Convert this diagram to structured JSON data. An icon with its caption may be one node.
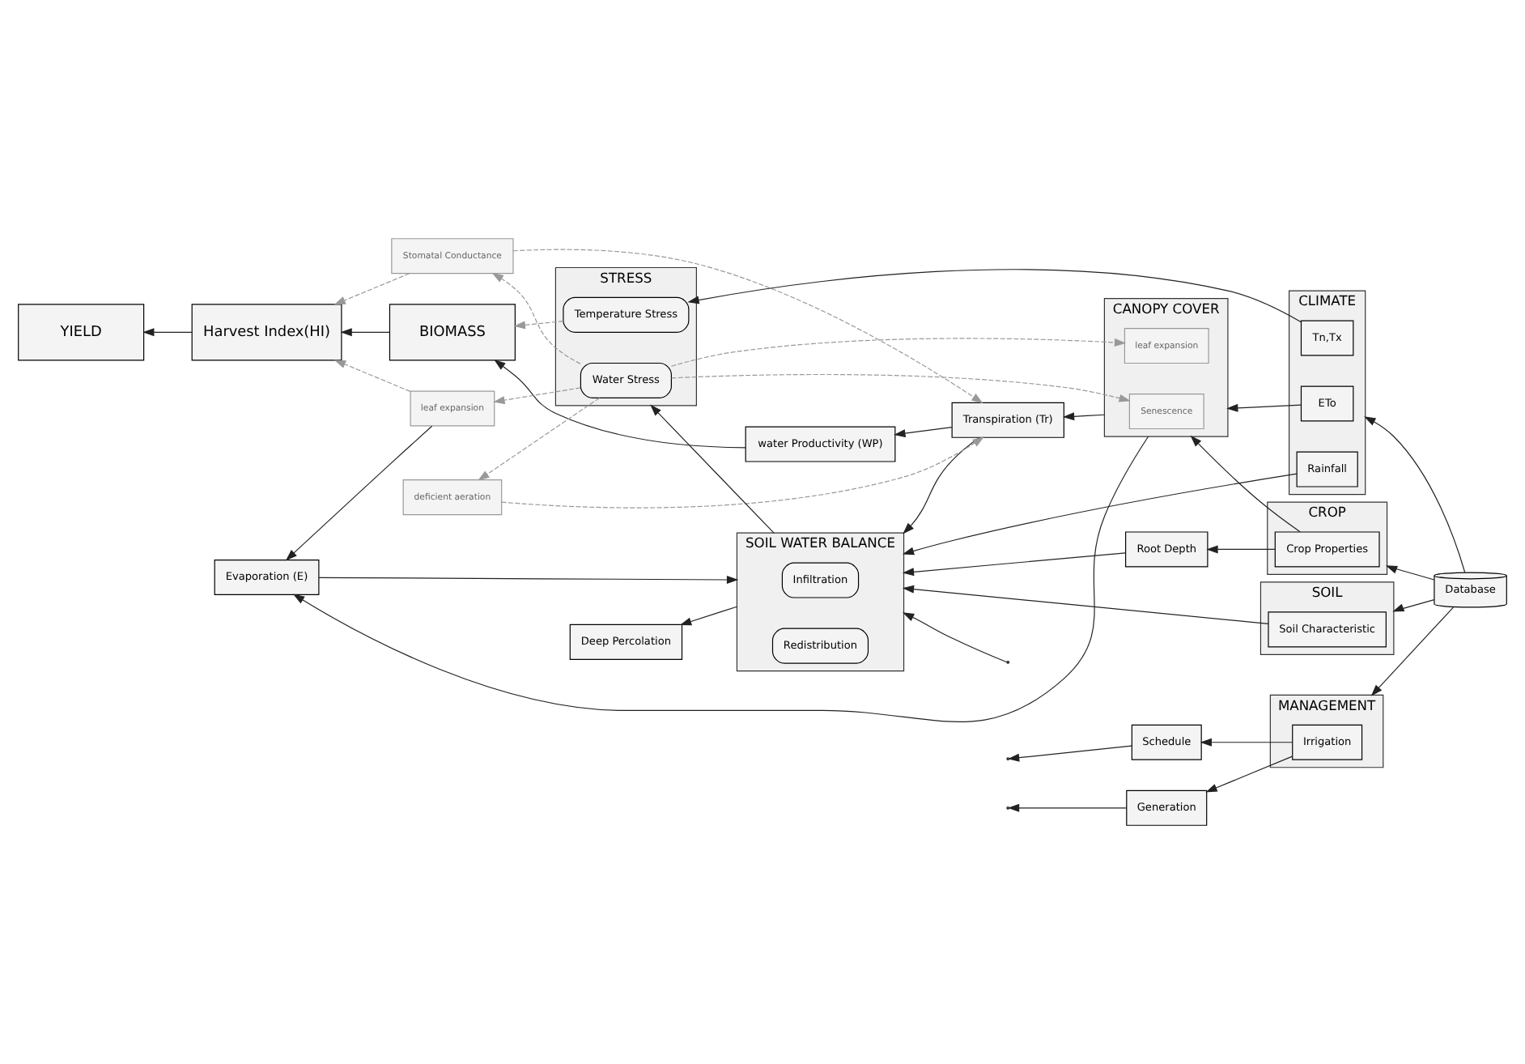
{
  "diagram": {
    "nodes": [
      {
        "text": [
          "CANOPY COVER"
        ]
      },
      {
        "text": [
          "Senescence"
        ],
        "in": 0
      },
      {
        "text": [
          "leaf expansion"
        ],
        "in": 0
      },
      {
        "text": [
          "Transpiration (Tr)"
        ]
      },
      {
        "text": [
          "water Productivity (WP)"
        ]
      },
      {
        "text": [
          "BIOMASS"
        ]
      },
      {
        "text": [
          "Harvest Index(HI)"
        ]
      },
      {
        "text": [
          "YIELD"
        ]
      },
      {
        "text": [
          "deficient aeration"
        ]
      },
      {
        "text": [
          "Stomatal Conductance"
        ]
      },
      {
        "text": [
          "leaf expansion"
        ]
      },
      {
        "text": [
          "STRESS"
        ]
      },
      {
        "text": [
          "Water Stress"
        ],
        "in": 11
      },
      {
        "text": [
          "Temperature Stress"
        ],
        "in": 11
      },
      {
        "text": [
          "SOIL WATER BALANCE"
        ]
      },
      {
        "text": [
          "Infiltration"
        ],
        "in": 14
      },
      {
        "text": [
          "Redistribution"
        ],
        "in": 14
      },
      {
        "text": [
          "Evaporation (E)"
        ]
      },
      {
        "text": [
          "Deep Percolation"
        ]
      },
      {
        "text": [
          "CLIMATE"
        ]
      },
      {
        "text": [
          "ETo"
        ],
        "in": 19
      },
      {
        "text": [
          "Tn,Tx"
        ],
        "in": 19
      },
      {
        "text": [
          "Rainfall"
        ],
        "in": 19
      },
      {
        "text": [
          "CROP"
        ]
      },
      {
        "text": [
          "Crop Properties"
        ],
        "in": 23
      },
      {
        "text": [
          "Root Depth"
        ]
      },
      {
        "text": [
          "Database"
        ]
      },
      {
        "text": [
          "SOIL"
        ]
      },
      {
        "text": [
          "Soil Characteristic"
        ],
        "in": 27
      },
      {
        "text": [
          "MANAGEMENT"
        ]
      },
      {
        "text": [
          "Irrigation"
        ],
        "in": 29
      },
      {
        "text": [
          "Schedule"
        ]
      },
      {
        "text": [
          "Generation"
        ]
      }
    ],
    "edges": [
      {
        "from": 0,
        "to": 3,
        "arrow": "to"
      },
      {
        "from": 3,
        "to": 4,
        "arrow": "to"
      },
      {
        "from": 4,
        "to": 5,
        "arrow": "to"
      },
      {
        "from": 5,
        "to": 6,
        "arrow": "to"
      },
      {
        "from": 6,
        "to": 7,
        "arrow": "to"
      },
      {
        "from": 20,
        "to": 0,
        "arrow": "to"
      },
      {
        "from": 24,
        "to": 0,
        "arrow": "to"
      },
      {
        "from": 21,
        "to": 13,
        "arrow": "to"
      },
      {
        "from": 22,
        "to": 14,
        "arrow": "to"
      },
      {
        "from": 25,
        "to": 14,
        "arrow": "to"
      },
      {
        "from": 28,
        "to": 14,
        "arrow": "to"
      },
      {
        "from": null,
        "to": 14,
        "arrow": "to"
      },
      {
        "from": 24,
        "to": 25,
        "arrow": "to"
      },
      {
        "from": 30,
        "to": 31,
        "arrow": "to"
      },
      {
        "from": 30,
        "to": 32,
        "arrow": "to"
      },
      {
        "from": 31,
        "to": null,
        "arrow": "to"
      },
      {
        "from": 32,
        "to": null,
        "arrow": "to"
      },
      {
        "from": 26,
        "to": 19,
        "arrow": "to"
      },
      {
        "from": 26,
        "to": 23,
        "arrow": "to"
      },
      {
        "from": 26,
        "to": 27,
        "arrow": "to"
      },
      {
        "from": 26,
        "to": 29,
        "arrow": "to"
      },
      {
        "from": 14,
        "to": 11,
        "arrow": "to"
      },
      {
        "from": 14,
        "to": 18,
        "arrow": "to"
      },
      {
        "from": 17,
        "to": 14,
        "arrow": "to"
      },
      {
        "from": 3,
        "to": 14,
        "arrow": "to"
      },
      {
        "from": 0,
        "to": 17,
        "arrow": "to"
      },
      {
        "from": 10,
        "to": 17,
        "arrow": "to"
      },
      {
        "from": 12,
        "to": 1,
        "arrow": "to",
        "style": "dashed",
        "color": "#999999"
      },
      {
        "from": 12,
        "to": 2,
        "arrow": "to",
        "style": "dashed",
        "color": "#999999"
      },
      {
        "from": 12,
        "to": 8,
        "arrow": "to",
        "style": "dashed",
        "color": "#999999"
      },
      {
        "from": 12,
        "to": 9,
        "arrow": "to",
        "style": "dashed",
        "color": "#999999"
      },
      {
        "from": 12,
        "to": 10,
        "arrow": "to",
        "style": "dashed",
        "color": "#999999"
      },
      {
        "from": 13,
        "to": 5,
        "arrow": "to",
        "style": "dashed",
        "color": "#999999"
      },
      {
        "from": 8,
        "to": 3,
        "arrow": "to",
        "style": "dashed",
        "color": "#999999"
      },
      {
        "from": 9,
        "to": 3,
        "arrow": "to",
        "style": "dashed",
        "color": "#999999"
      },
      {
        "from": 9,
        "to": 6,
        "arrow": "to",
        "style": "dashed",
        "color": "#999999"
      },
      {
        "from": 10,
        "to": 6,
        "arrow": "to",
        "style": "dashed",
        "color": "#999999"
      }
    ]
  }
}
